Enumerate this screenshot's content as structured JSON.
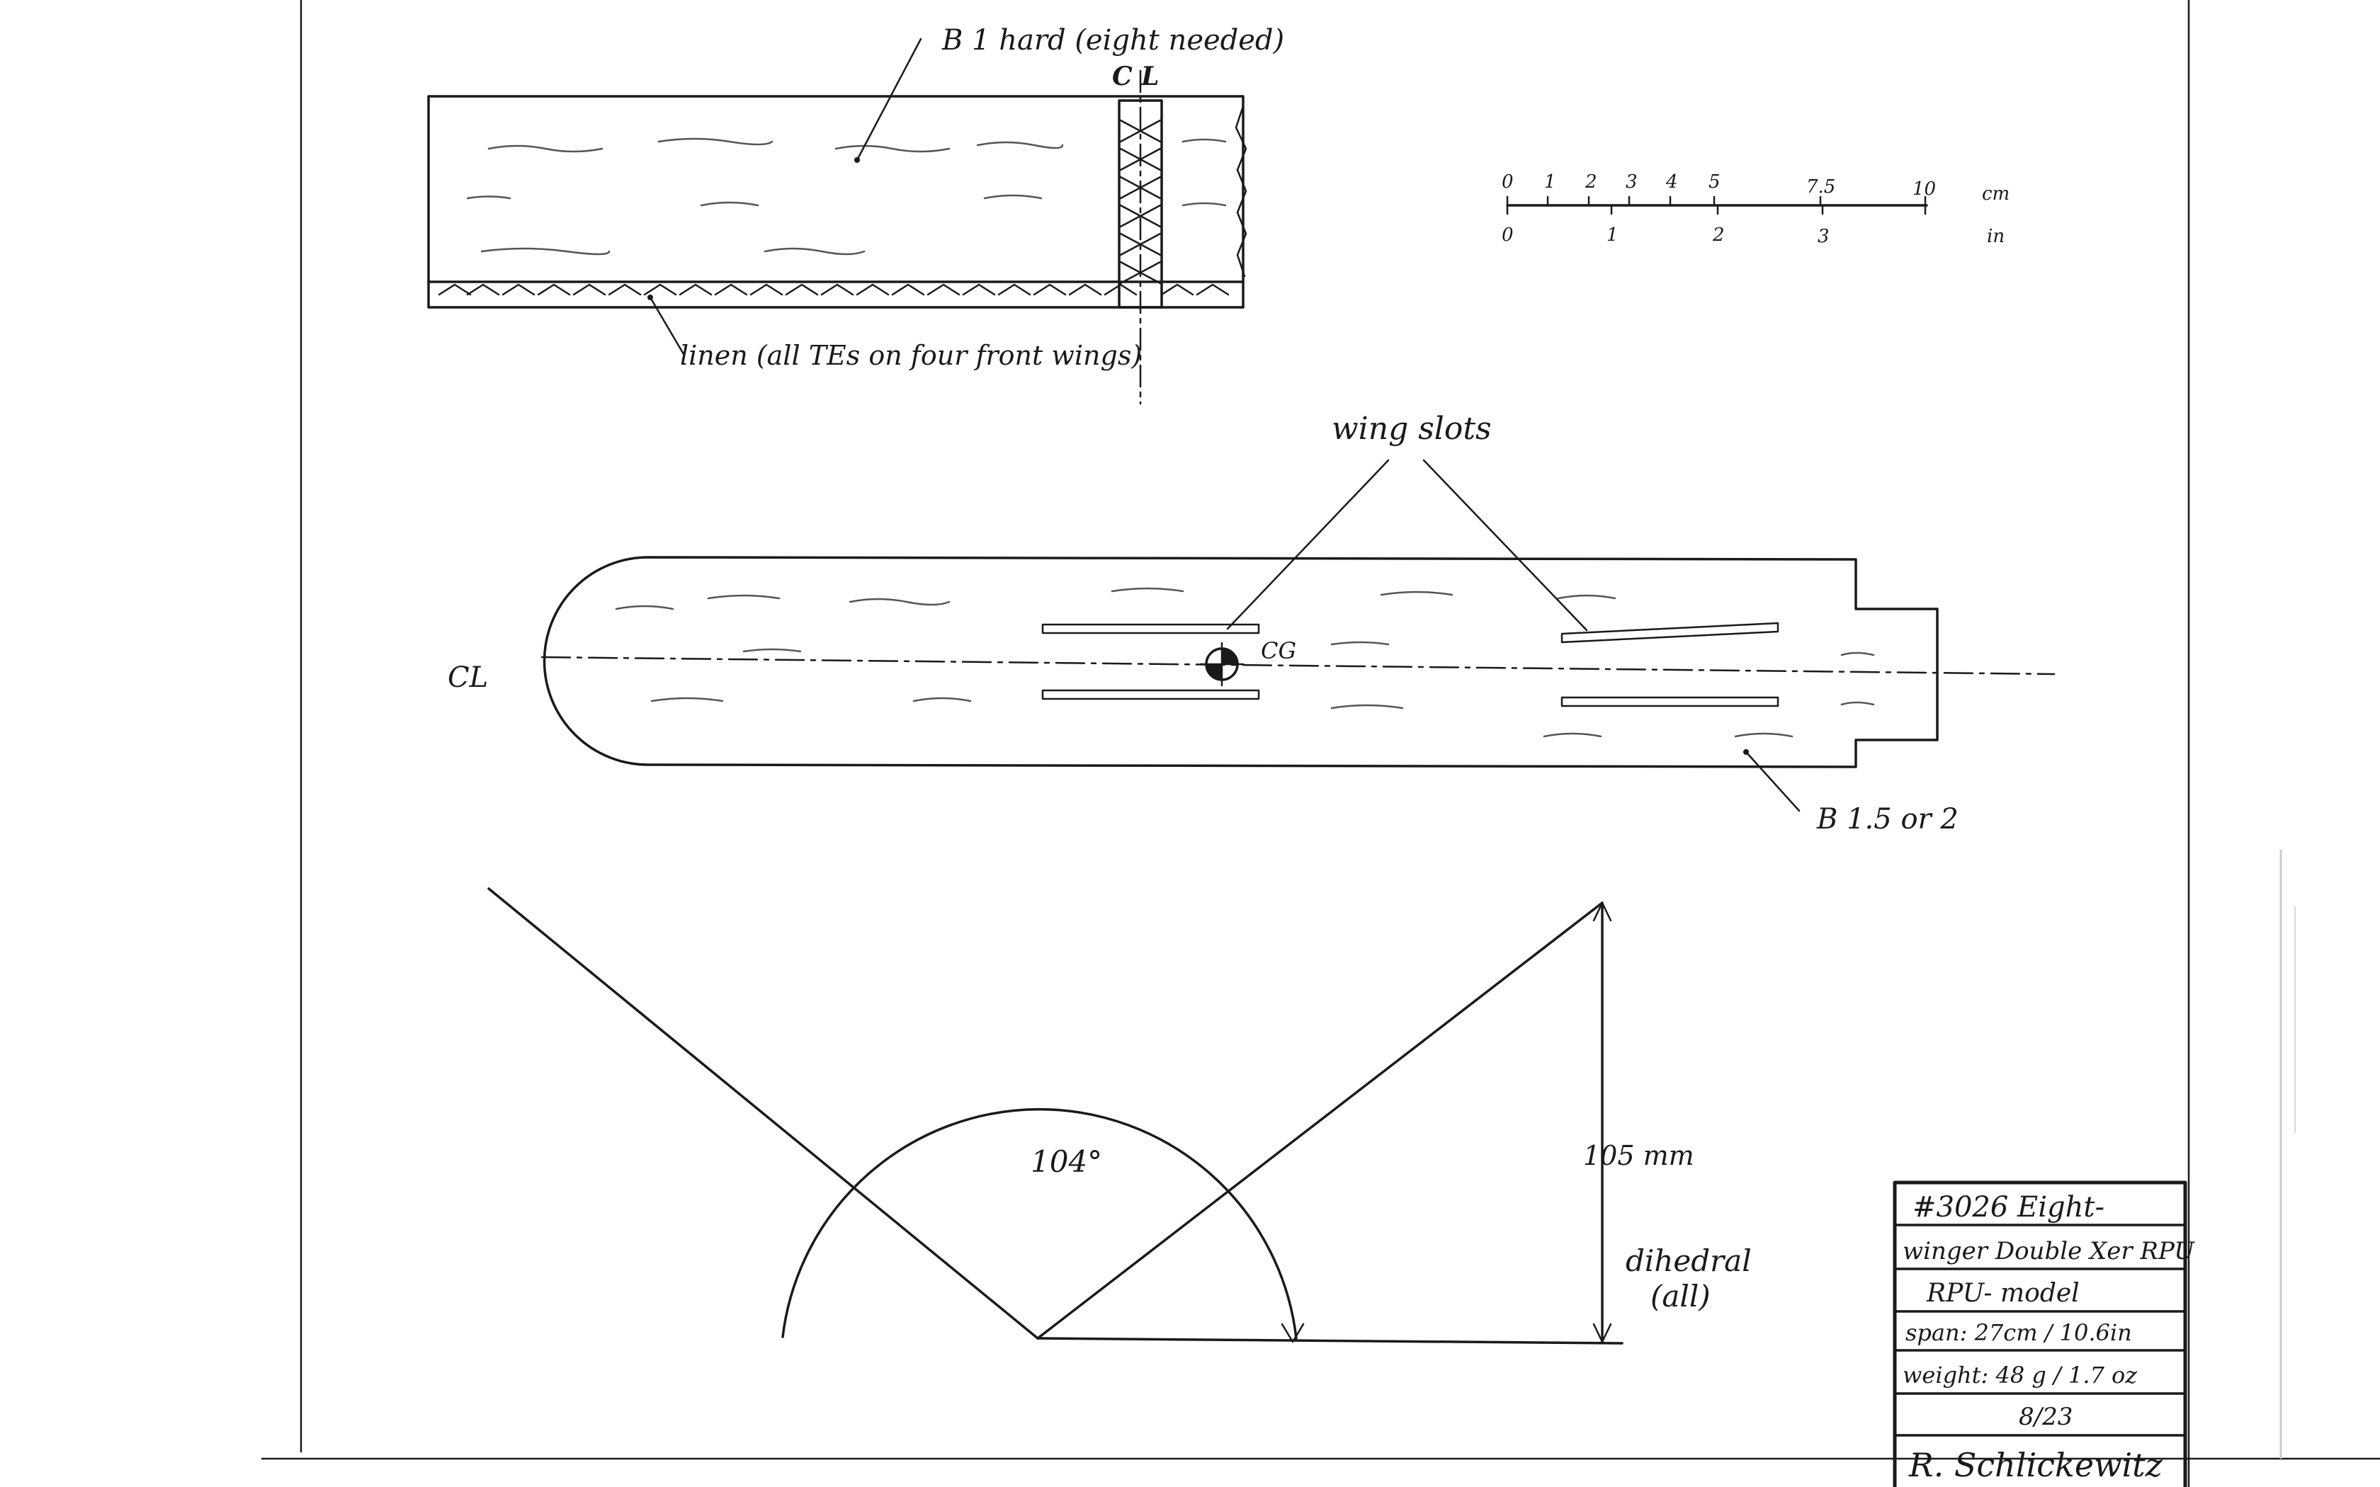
{
  "rib": {
    "material_label": "B 1 hard (eight needed)",
    "cl_label": "C L",
    "linen_label": "linen (all TEs on four front wings)"
  },
  "scale": {
    "cm_ticks": [
      "0",
      "1",
      "2",
      "3",
      "4",
      "5",
      "7.5",
      "10"
    ],
    "cm_unit": "cm",
    "in_ticks": [
      "0",
      "1",
      "2",
      "3"
    ],
    "in_unit": "in"
  },
  "fuselage": {
    "wing_slots_label": "wing slots",
    "cl_label": "CL",
    "cg_label": "CG",
    "material_label": "B 1.5 or 2"
  },
  "dihedral": {
    "angle_label": "104°",
    "height_label": "105 mm",
    "note_line1": "dihedral",
    "note_line2": "(all)"
  },
  "title_block": {
    "line1": "#3026 Eight-",
    "line2": "winger Double Xer RPU",
    "line3": "RPU- model",
    "line4": "span: 27cm / 10.6in",
    "line5": "weight: 48 g / 1.7 oz",
    "line6": "8/23",
    "signature": "R. Schlickewitz"
  }
}
